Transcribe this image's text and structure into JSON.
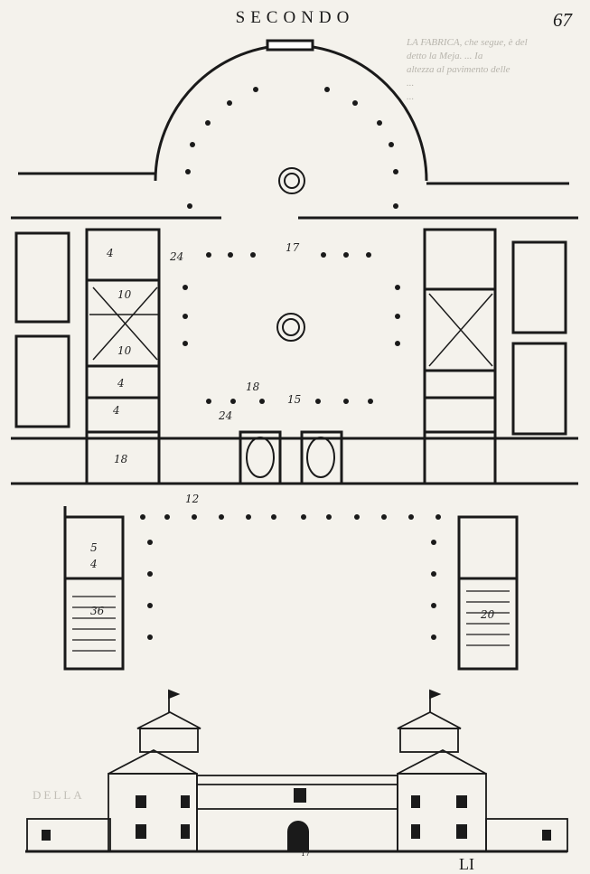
{
  "page": {
    "running_head": "SECONDO",
    "page_number": "67",
    "catchword": "LI",
    "bleed_through_left": "DELLA",
    "bleed_through_lines": [
      "LA FABRICA, che segue, è del",
      "detto la Meja. ... Ia",
      "altezza al pavimento delle",
      "... ",
      "..."
    ]
  },
  "plan": {
    "room_labels": [
      "4",
      "4",
      "10",
      "10",
      "4",
      "18",
      "24",
      "17",
      "24",
      "15",
      "18",
      "12",
      "5",
      "4",
      "36",
      "20"
    ],
    "scale_label": "17"
  },
  "colors": {
    "paper": "#f4f2ec",
    "ink": "#1a1a1a",
    "bleed": "#b8b5ad"
  }
}
